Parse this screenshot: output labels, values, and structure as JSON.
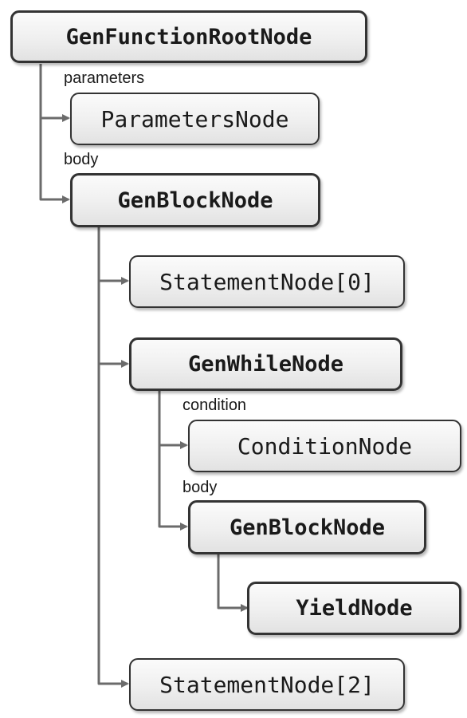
{
  "nodes": {
    "gen_function_root": "GenFunctionRootNode",
    "parameters_node": "ParametersNode",
    "gen_block_outer": "GenBlockNode",
    "statement_0": "StatementNode[0]",
    "gen_while": "GenWhileNode",
    "condition_node": "ConditionNode",
    "gen_block_inner": "GenBlockNode",
    "yield_node": "YieldNode",
    "statement_2": "StatementNode[2]"
  },
  "edge_labels": {
    "parameters": "parameters",
    "root_body": "body",
    "condition": "condition",
    "while_body": "body"
  },
  "colors": {
    "connector": "#6b6b6b",
    "border": "#333333",
    "text": "#1a1a1a"
  }
}
